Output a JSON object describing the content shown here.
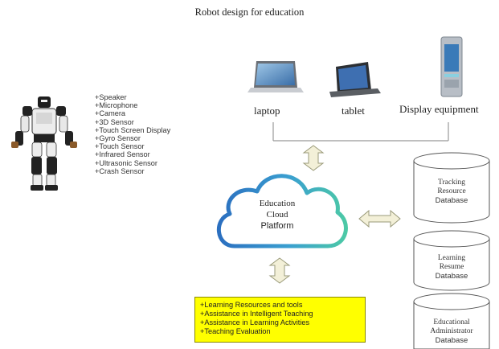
{
  "title": "Robot design for education",
  "robot": {
    "sensors": [
      "+Speaker",
      "+Microphone",
      "+Camera",
      "+3D Sensor",
      "+Touch Screen Display",
      "+Gyro Sensor",
      "+Touch Sensor",
      "+Infrared Sensor",
      "+Ultrasonic Sensor",
      "+Crash Sensor"
    ]
  },
  "devices": {
    "laptop": "laptop",
    "tablet": "tablet",
    "display": "Display equipment"
  },
  "cloud": {
    "line1": "Education",
    "line2": "Cloud",
    "line3": "Platform"
  },
  "databases": {
    "tracking": {
      "line1": "Tracking",
      "line2": "Resource",
      "line3": "Database"
    },
    "learning": {
      "line1": "Learning",
      "line2": "Resume",
      "line3": "Database"
    },
    "admin": {
      "line1": "Educational",
      "line2": "Administrator",
      "line3": "Database"
    }
  },
  "functions": [
    "+Learning Resources and tools",
    "+Assistance in Intelligent Teaching",
    "+Assistance in Learning Activities",
    "+Teaching Evaluation"
  ],
  "colors": {
    "cloud_gradient_start": "#2b6fc0",
    "cloud_gradient_end": "#4cc9a6",
    "arrow_fill": "#f3f0d8",
    "arrow_stroke": "#9a9a7a",
    "function_box": "#ffff00"
  }
}
